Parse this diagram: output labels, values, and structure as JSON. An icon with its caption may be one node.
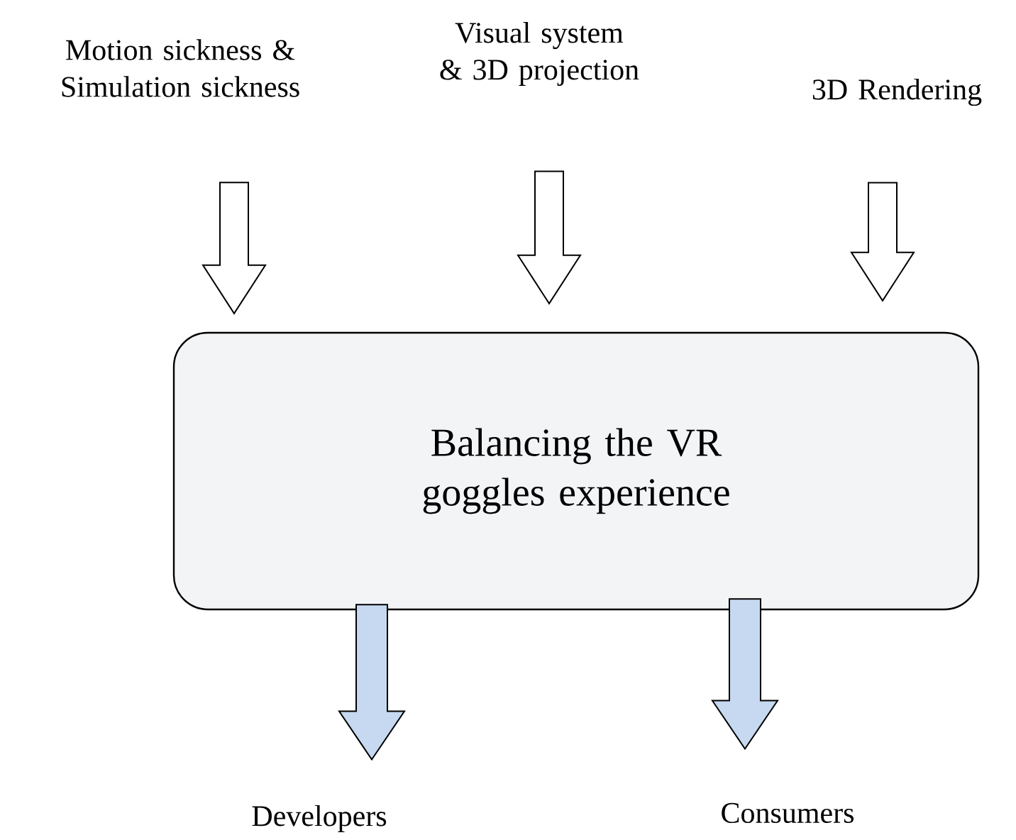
{
  "diagram": {
    "nodes": [
      {
        "text": [
          "Motion sickness & Simulation sickness"
        ]
      },
      {
        "text": [
          "Visual system & 3D projection"
        ]
      },
      {
        "text": [
          "3D Rendering"
        ]
      },
      {
        "text": [
          "Balancing the VR goggles experience"
        ]
      },
      {
        "text": [
          "Developers"
        ]
      },
      {
        "text": [
          "Consumers"
        ]
      }
    ],
    "edges": [
      {
        "from": 0,
        "to": 3,
        "arrow": "to"
      },
      {
        "from": 1,
        "to": 3,
        "arrow": "to"
      },
      {
        "from": 2,
        "to": 3,
        "arrow": "to"
      },
      {
        "from": 3,
        "to": 4,
        "arrow": "to",
        "color": "#c6d9f0"
      },
      {
        "from": 3,
        "to": 5,
        "arrow": "to",
        "color": "#c6d9f0"
      }
    ]
  }
}
